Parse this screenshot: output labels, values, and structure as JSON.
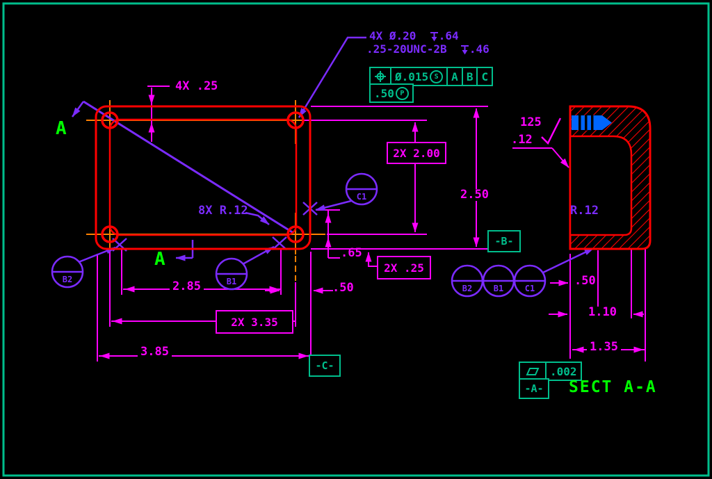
{
  "palette": {
    "outline_red": "#ff0000",
    "center_orange": "#ff8000",
    "dim_magenta": "#ff00ff",
    "leader_violet": "#7b2bff",
    "frame_teal": "#00be8c",
    "label_green": "#00ff00",
    "thread_blue": "#0066ff"
  },
  "front": {
    "section_label": "A",
    "dim_edge": "4X .25",
    "dim_hole_v": "2X 2.00",
    "dim_height": "2.50",
    "dim_radius": "8X R.12",
    "dim_c1": ".65",
    "dim_target_basic": "2X .25",
    "dim_b1_edge": ".50",
    "dim_targets": "2.85",
    "dim_hole_h": "2X 3.35",
    "dim_width": "3.85",
    "flag_b": "-B-",
    "flag_c": "-C-"
  },
  "note": {
    "line1_qty": "4X Ø.20",
    "line1_depth": ".64",
    "line2_thread": ".25-20UNC-2B",
    "line2_depth": ".46"
  },
  "fcf": {
    "tol": "Ø.015",
    "mod": "S",
    "datum1": "A",
    "datum2": "B",
    "datum3": "C",
    "proj": ".50",
    "proj_mod": "P"
  },
  "targets": {
    "b2": "B2",
    "b1": "B1",
    "c1": "C1"
  },
  "sect": {
    "finish": "125",
    "wall": ".12",
    "radius": "R.12",
    "dim_a": ".50",
    "dim_b": "1.10",
    "dim_c": "1.35",
    "flat_tol": ".002",
    "flag_a": "-A-",
    "title": "SECT A-A"
  }
}
